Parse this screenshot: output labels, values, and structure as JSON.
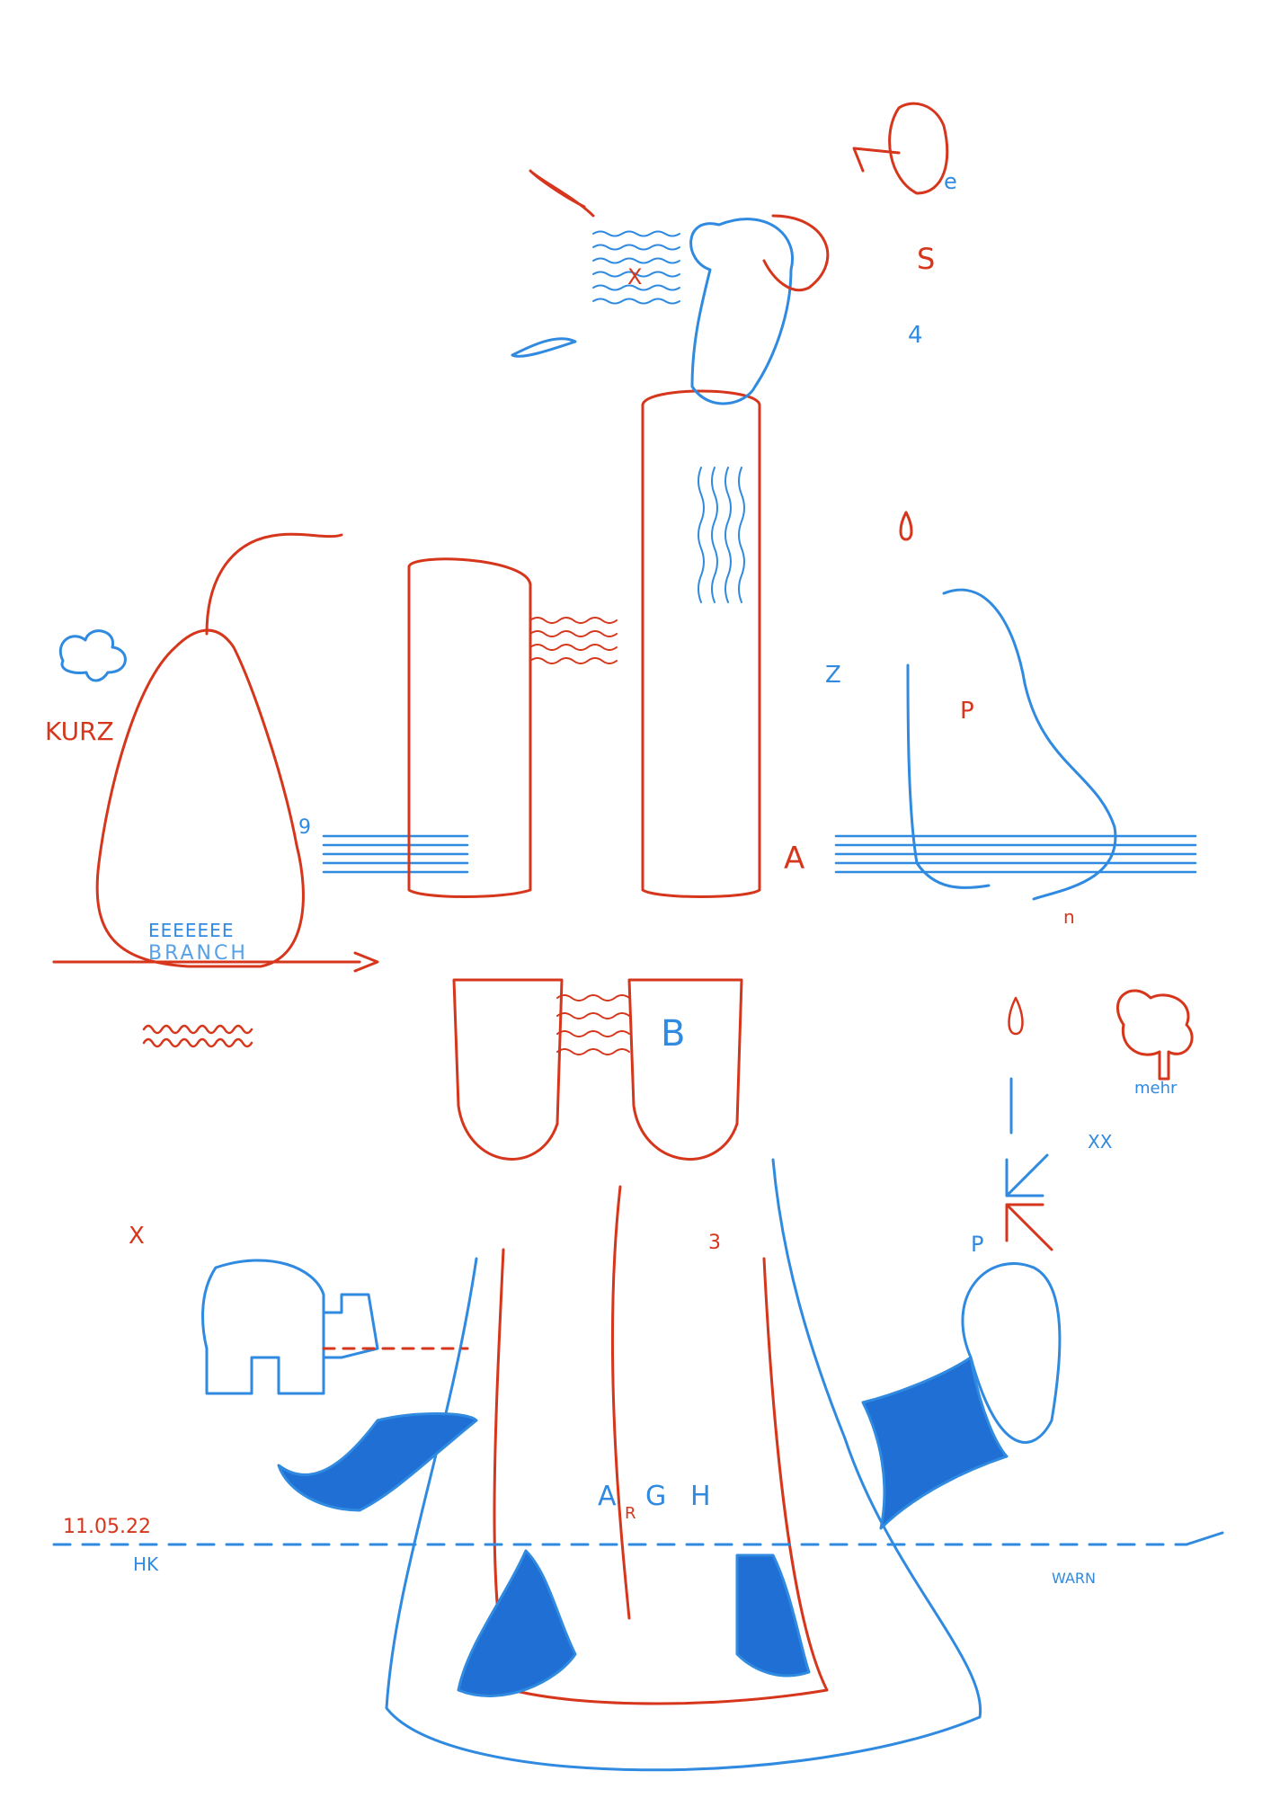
{
  "artwork": {
    "colors": {
      "red": "#d6361c",
      "blue": "#2f8ae0",
      "blue_fill": "#1f6fd4"
    },
    "labels": {
      "kurz": "KURZ",
      "eeee": "EEEEEEE",
      "branch": "BRANCH",
      "date": "11.05.22",
      "initials": "HK",
      "argh_a": "A",
      "argh_r": "R",
      "argh_g": "G",
      "argh_h": "H",
      "mehr": "mehr",
      "xx": "XX",
      "warn": "WARN",
      "x_top": "X",
      "x_left": "X",
      "s": "S",
      "four": "4",
      "e": "e",
      "z": "Z",
      "p_right": "P",
      "p_lower": "P",
      "n": "n",
      "nine": "9",
      "a_mid": "A",
      "b_mid": "B",
      "three": "3"
    }
  }
}
